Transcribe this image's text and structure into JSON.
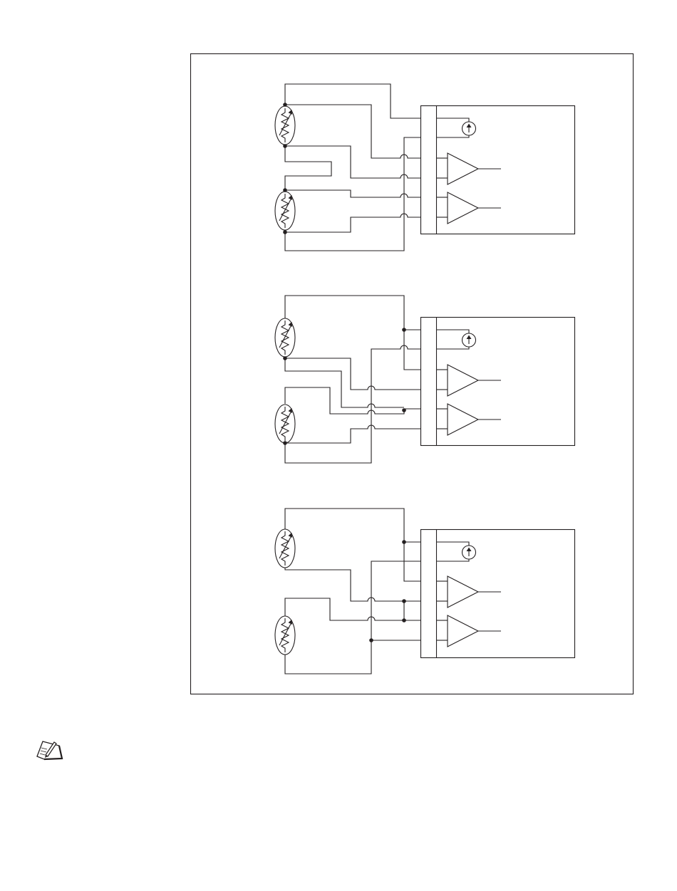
{
  "figure": {
    "panels": [
      {
        "id": "top",
        "resistors": 2,
        "current_source": "current-source",
        "amplifiers": 2
      },
      {
        "id": "middle",
        "resistors": 2,
        "current_source": "current-source",
        "amplifiers": 2
      },
      {
        "id": "bottom",
        "resistors": 2,
        "current_source": "current-source",
        "amplifiers": 2
      }
    ]
  },
  "note": {
    "icon": "note-pen-icon"
  },
  "colors": {
    "line": "#231f20",
    "background": "#ffffff"
  }
}
